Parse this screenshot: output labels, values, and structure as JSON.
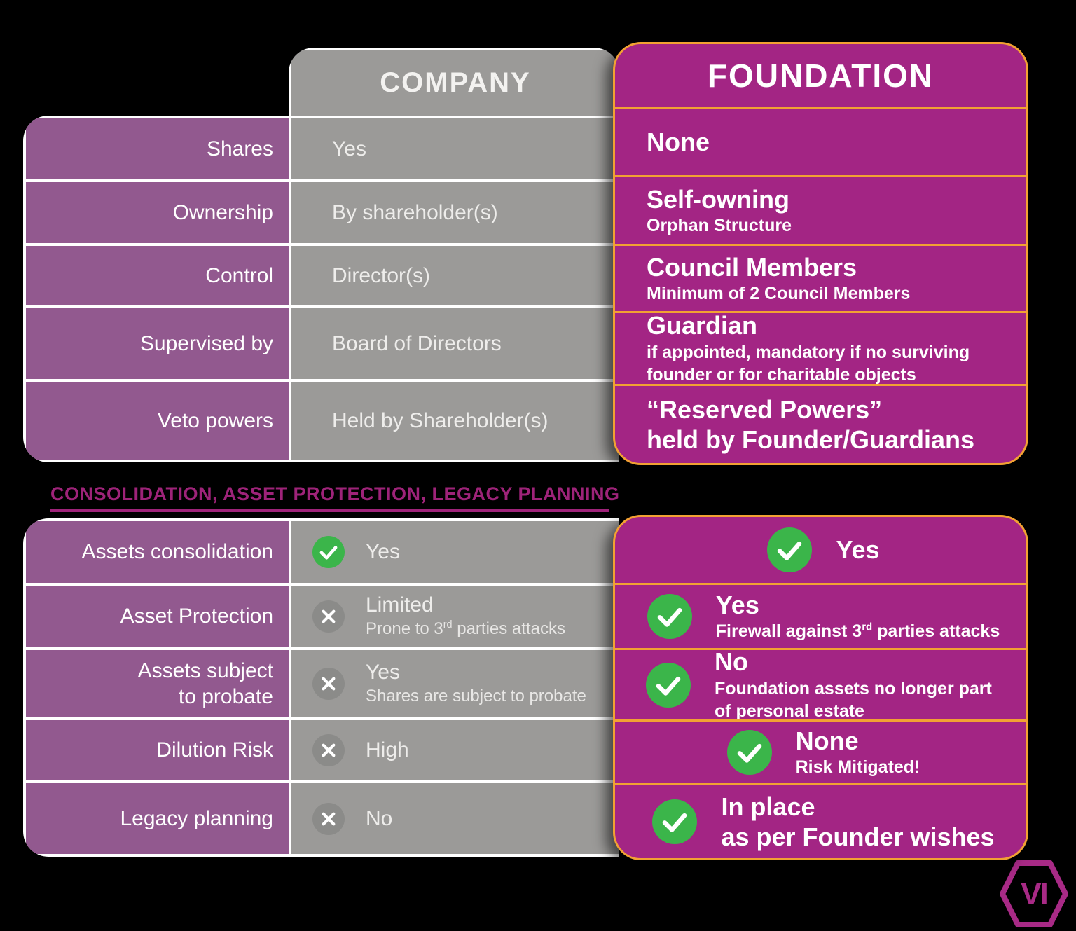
{
  "colors": {
    "background": "#000000",
    "row_purple": "#92598f",
    "column_gray": "#9b9a98",
    "foundation_magenta": "#a32584",
    "border_orange": "#f2a133",
    "check_green": "#3bb54a",
    "cross_gray": "#8b8b89",
    "heading_magenta": "#9e2379",
    "white_divider": "#ffffff"
  },
  "t1": {
    "company_header": "COMPANY",
    "foundation_header": "FOUNDATION",
    "rows": [
      {
        "label": "Shares",
        "company": "Yes",
        "f_main": "None"
      },
      {
        "label": "Ownership",
        "company": "By shareholder(s)",
        "f_main": "Self-owning",
        "f_sub": "Orphan Structure"
      },
      {
        "label": "Control",
        "company": "Director(s)",
        "f_main": "Council Members",
        "f_sub": "Minimum of 2 Council Members"
      },
      {
        "label": "Supervised by",
        "company": "Board of Directors",
        "f_main": "Guardian",
        "f_sub": "if appointed, mandatory if no surviving founder or for charitable objects"
      },
      {
        "label": "Veto powers",
        "company": "Held by Shareholder(s)",
        "f_main": "“Reserved Powers”",
        "f_main2": "held by Founder/Guardians"
      }
    ]
  },
  "section": {
    "heading": "CONSOLIDATION, ASSET PROTECTION, LEGACY PLANNING"
  },
  "t2": {
    "rows": [
      {
        "label": "Assets consolidation",
        "c_icon": "check",
        "c_main": "Yes",
        "f_main": "Yes"
      },
      {
        "label": "Asset Protection",
        "c_icon": "cross",
        "c_main": "Limited",
        "c_sub_pre": "Prone to 3",
        "c_sub_sup": "rd",
        "c_sub_post": " parties attacks",
        "f_main": "Yes",
        "f_sub_pre": "Firewall against 3",
        "f_sub_sup": "rd",
        "f_sub_post": " parties attacks"
      },
      {
        "label": "Assets subject",
        "label2": "to probate",
        "c_icon": "cross",
        "c_main": "Yes",
        "c_sub": "Shares are subject to probate",
        "f_main": "No",
        "f_sub": "Foundation assets no longer part of personal estate"
      },
      {
        "label": "Dilution Risk",
        "c_icon": "cross",
        "c_main": "High",
        "f_main": "None",
        "f_sub": "Risk Mitigated!"
      },
      {
        "label": "Legacy planning",
        "c_icon": "cross",
        "c_main": "No",
        "f_main": "In place",
        "f_main2": "as per Founder wishes"
      }
    ]
  },
  "logo": {
    "monogram": "VI"
  }
}
